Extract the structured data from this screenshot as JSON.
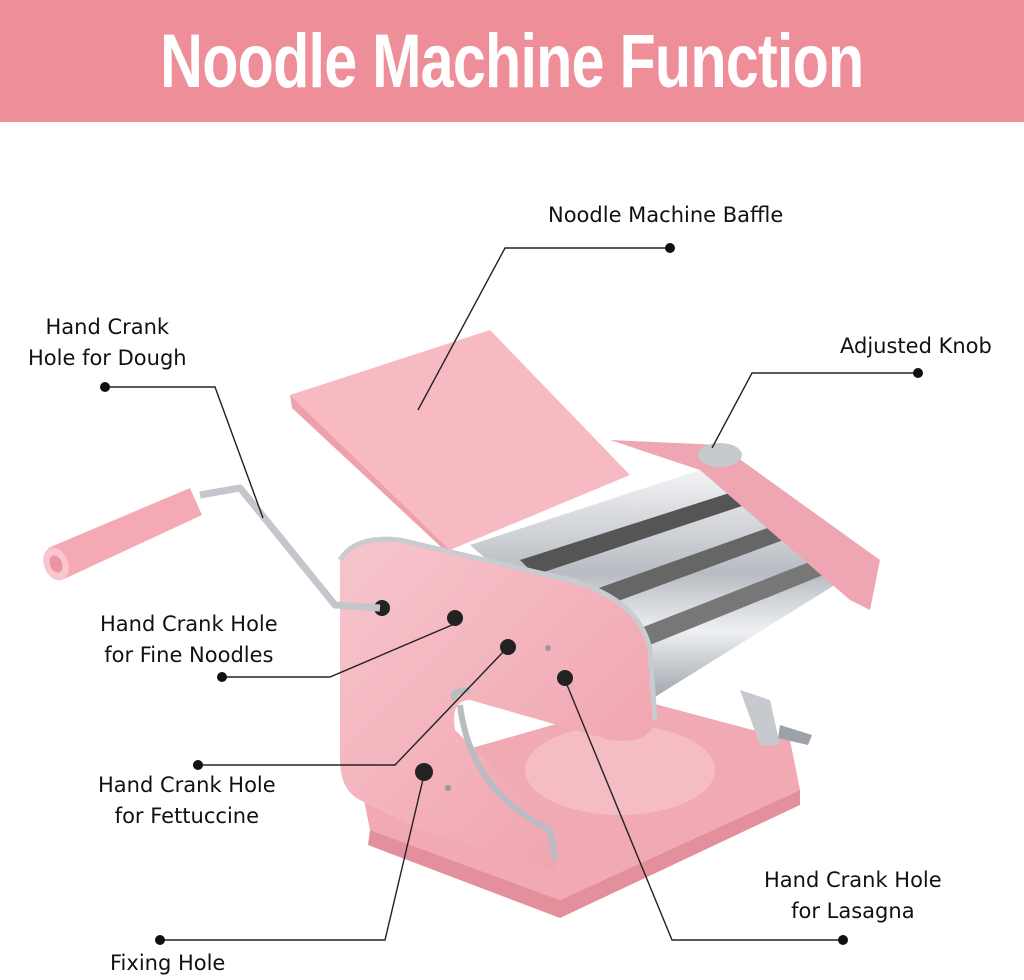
{
  "banner": {
    "title": "Noodle Machine Function",
    "color": "#ee8e98"
  },
  "labels": [
    {
      "id": "baffle",
      "text": "Noodle Machine Baffle"
    },
    {
      "id": "dough-line1",
      "text": "Hand Crank"
    },
    {
      "id": "dough-line2",
      "text": "Hole for Dough"
    },
    {
      "id": "knob",
      "text": "Adjusted Knob"
    },
    {
      "id": "fine-line1",
      "text": "Hand Crank Hole"
    },
    {
      "id": "fine-line2",
      "text": "for Fine Noodles"
    },
    {
      "id": "fett-line1",
      "text": "Hand Crank Hole"
    },
    {
      "id": "fett-line2",
      "text": "for Fettuccine"
    },
    {
      "id": "lasagna-line1",
      "text": "Hand Crank Hole"
    },
    {
      "id": "lasagna-line2",
      "text": "for Lasagna"
    },
    {
      "id": "fixing",
      "text": "Fixing Hole"
    }
  ],
  "product": {
    "name": "pasta maker",
    "body_color": "#f4b5bf",
    "metal_color": "#c9ccd0"
  }
}
